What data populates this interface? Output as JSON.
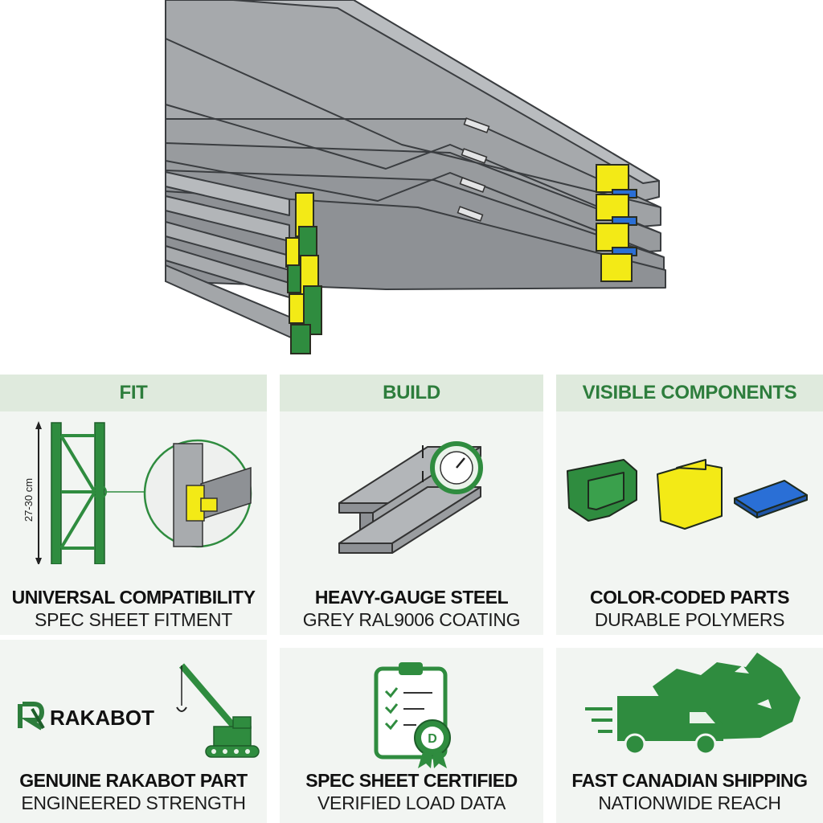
{
  "colors": {
    "brand_green": "#2d7d3c",
    "header_bg": "#dfeadd",
    "panel_bg": "#f2f5f2",
    "steel_grey": "#9a9da0",
    "clip_yellow": "#f3ea16",
    "clip_blue": "#2a6fd6"
  },
  "product_image": {
    "icon": "stacked-pallet-rack-beams",
    "clip_colors": [
      "green",
      "yellow",
      "blue"
    ]
  },
  "categories": [
    {
      "header": "FIT"
    },
    {
      "header": "BUILD"
    },
    {
      "header": "VISIBLE COMPONENTS"
    }
  ],
  "features": [
    {
      "icon": "upright-frame-connector-icon",
      "measure_label": "27-30 cm",
      "title": "UNIVERSAL COMPATIBILITY",
      "subtitle": "SPEC SHEET FITMENT"
    },
    {
      "icon": "steel-i-beam-gauge-icon",
      "title": "HEAVY-GAUGE STEEL",
      "subtitle": "GREY RAL9006 COATING"
    },
    {
      "icon": "color-coded-clips-icon",
      "title": "COLOR-CODED PARTS",
      "subtitle": "DURABLE POLYMERS"
    },
    {
      "icon": "crane-icon",
      "brand_name": "RAKABOT",
      "title": "GENUINE RAKABOT PART",
      "subtitle": "ENGINEERED STRENGTH"
    },
    {
      "icon": "certified-clipboard-icon",
      "title": "SPEC SHEET CERTIFIED",
      "subtitle": "VERIFIED LOAD DATA"
    },
    {
      "icon": "delivery-truck-canada-icon",
      "title": "FAST CANADIAN SHIPPING",
      "subtitle": "NATIONWIDE REACH"
    }
  ]
}
